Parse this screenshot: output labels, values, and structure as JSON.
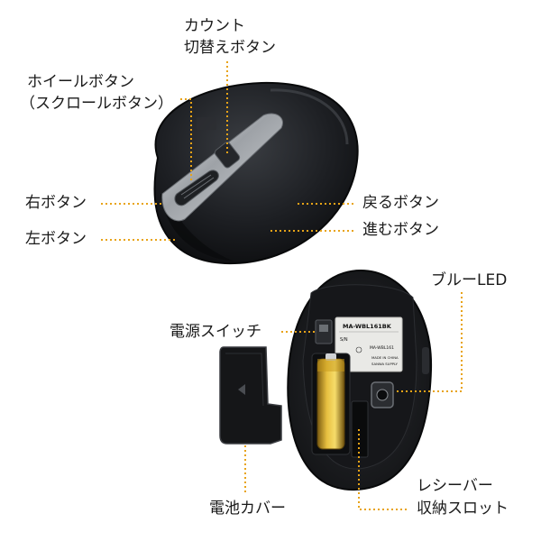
{
  "labels": {
    "count_line1": "カウント",
    "count_line2": "切替えボタン",
    "wheel_line1": "ホイールボタン",
    "wheel_line2": "（スクロールボタン）",
    "right_button": "右ボタン",
    "left_button": "左ボタン",
    "back_button": "戻るボタン",
    "forward_button": "進むボタン",
    "blue_led": "ブルーLED",
    "power_switch": "電源スイッチ",
    "battery_cover": "電池カバー",
    "receiver_line1": "レシーバー",
    "receiver_line2": "収納スロット"
  },
  "sticker": {
    "model": "MA-WBL161BK",
    "sn": "S/N",
    "model_small": "MA-WBL161",
    "made_in": "MADE IN CHINA",
    "brand": "SANWA SUPPLY"
  },
  "colors": {
    "leader_line": "#e8a317",
    "mouse_body": "#1b1d20",
    "chrome_strip": "#b9bcc0"
  }
}
